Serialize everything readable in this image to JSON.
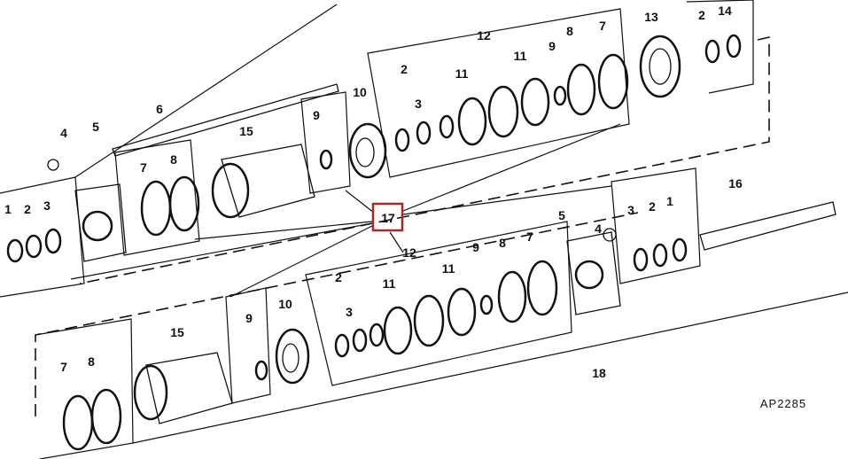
{
  "diagram": {
    "drawing_code": "AP2285",
    "highlighted_callout": "17",
    "highlight_color": "#a52a2a",
    "upper_assembly_callouts": [
      "1",
      "2",
      "3",
      "4",
      "5",
      "6",
      "7",
      "8",
      "15",
      "9",
      "10",
      "2",
      "3",
      "11",
      "12",
      "11",
      "9",
      "8",
      "7",
      "13",
      "2",
      "14"
    ],
    "lower_assembly_callouts": [
      "4",
      "5",
      "3",
      "2",
      "1",
      "16",
      "12",
      "11",
      "11",
      "2",
      "3",
      "9",
      "8",
      "7",
      "9",
      "10",
      "15",
      "7",
      "8",
      "18"
    ],
    "center_callout": "17"
  }
}
